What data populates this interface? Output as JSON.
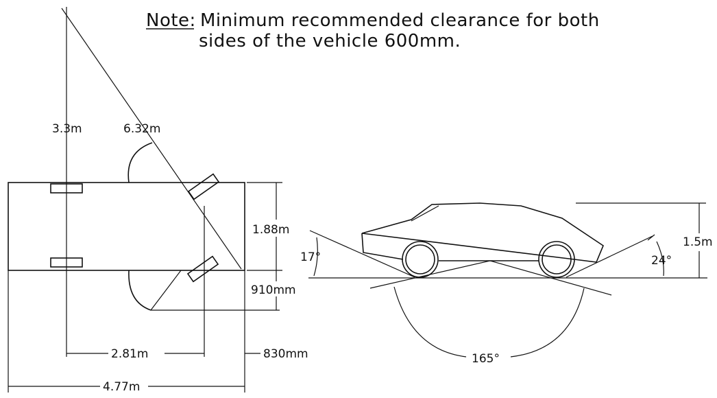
{
  "note": {
    "label": "Note:",
    "line1": "Minimum recommended clearance for both",
    "line2": "sides of the vehicle 600mm."
  },
  "plan_view": {
    "turning_radius_inner": "3.3m",
    "turning_radius_outer": "6.32m",
    "vehicle_width": "1.88m",
    "mirror_clearance": "910mm",
    "wheelbase": "2.81m",
    "front_overhang": "830mm",
    "overall_length": "4.77m"
  },
  "side_view": {
    "approach_angle": "17°",
    "departure_angle": "24°",
    "vehicle_height": "1.5m",
    "breakover_angle": "165°"
  },
  "colors": {
    "ink": "#111111",
    "paper": "#ffffff"
  }
}
